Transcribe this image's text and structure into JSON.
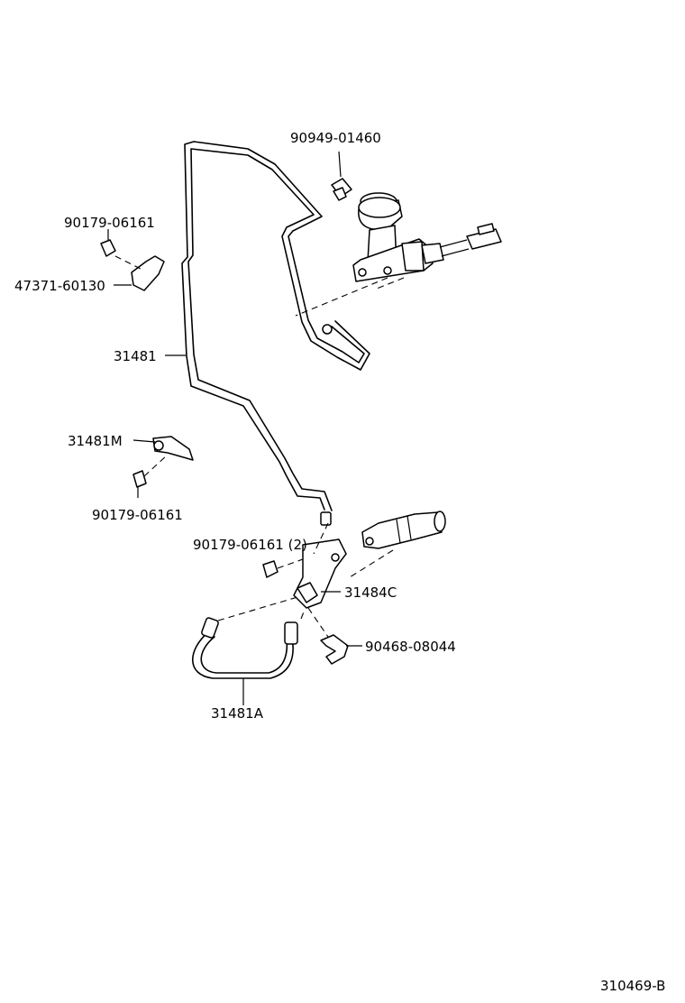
{
  "parts": {
    "p_90949_01460": "90949-01460",
    "p_90179_06161_top": "90179-06161",
    "p_47371_60130": "47371-60130",
    "p_31481": "31481",
    "p_31481M": "31481M",
    "p_90179_06161_mid": "90179-06161",
    "p_90179_06161_2": "90179-06161 (2)",
    "p_31484C": "31484C",
    "p_90468_08044": "90468-08044",
    "p_31481A": "31481A"
  },
  "diagram_id": "310469-B"
}
